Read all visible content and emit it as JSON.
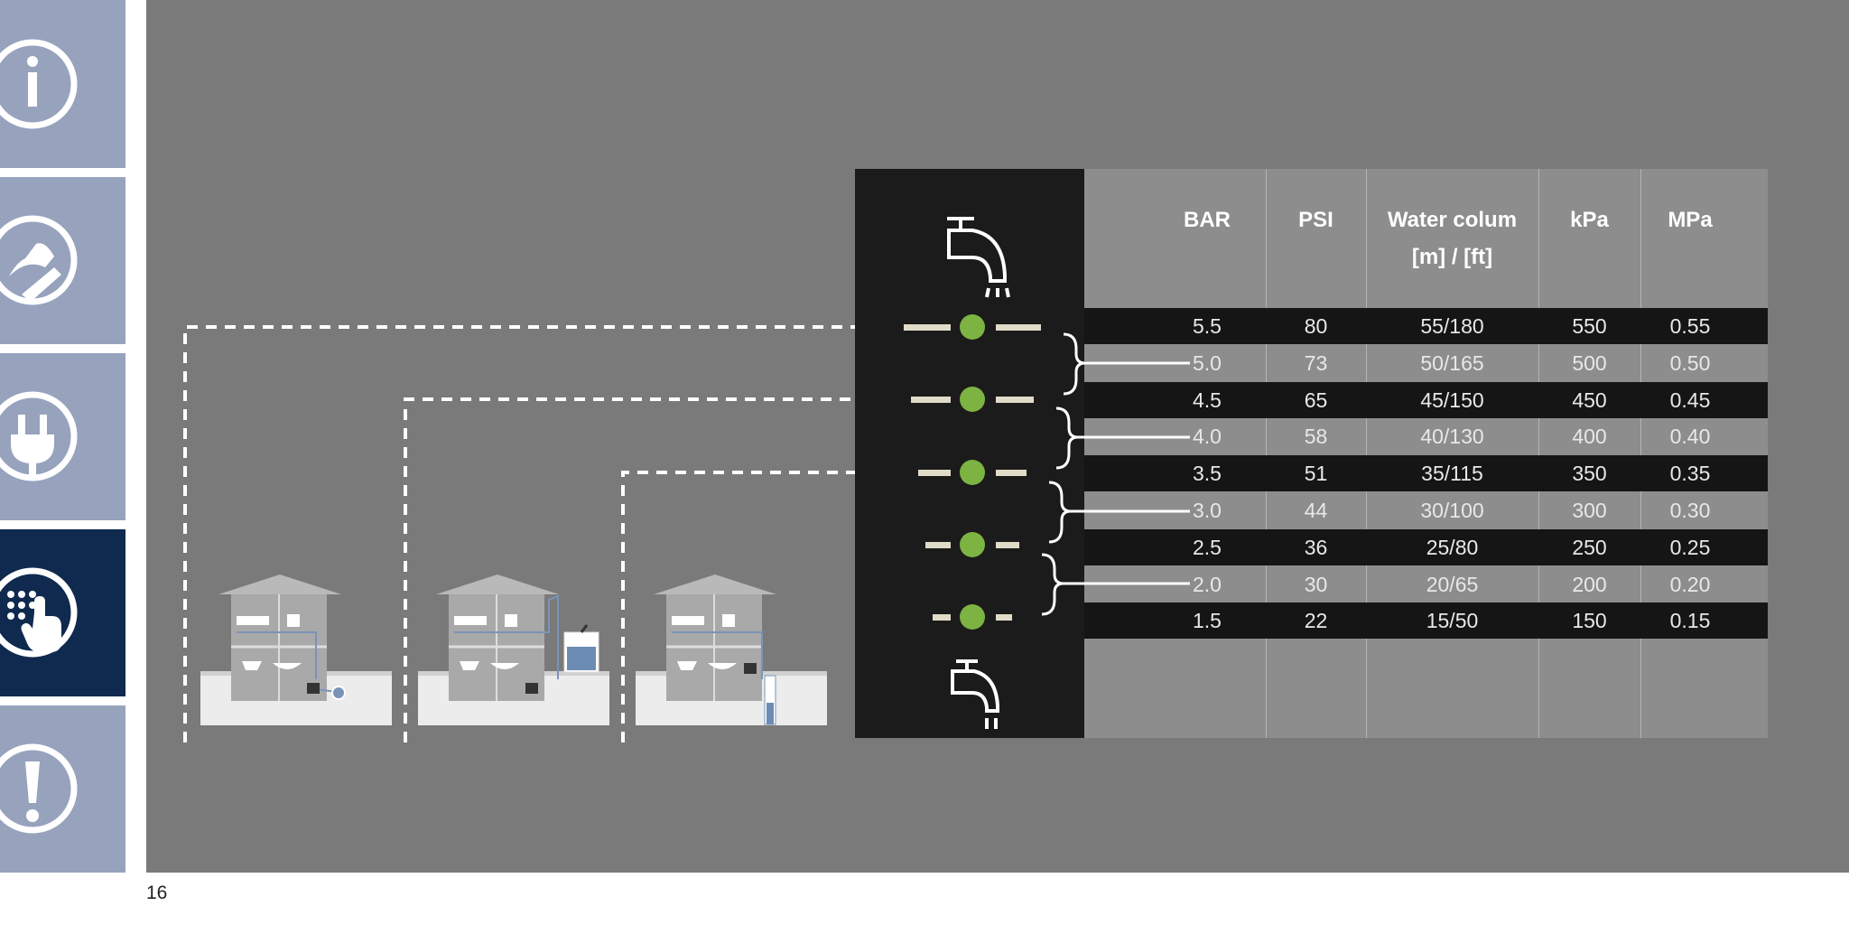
{
  "page_number": "16",
  "sidebar": {
    "items": [
      {
        "icon": "info-icon",
        "active": false
      },
      {
        "icon": "hand-wrench-icon",
        "active": false
      },
      {
        "icon": "power-plug-icon",
        "active": false
      },
      {
        "icon": "touch-keypad-icon",
        "active": true
      },
      {
        "icon": "warning-icon",
        "active": false
      }
    ],
    "colors": {
      "inactive": "#97a3bd",
      "active": "#0f2a4e"
    }
  },
  "colors": {
    "panel": "#7a7a7a",
    "indicator": "#7cb342",
    "dark_row": "#151515",
    "light_row": "#8d8d8d"
  },
  "table": {
    "headers": [
      {
        "line1": "BAR",
        "line2": ""
      },
      {
        "line1": "PSI",
        "line2": ""
      },
      {
        "line1": "Water colum",
        "line2": "[m] / [ft]"
      },
      {
        "line1": "kPa",
        "line2": ""
      },
      {
        "line1": "MPa",
        "line2": ""
      }
    ],
    "rows": [
      [
        "5.5",
        "80",
        "55/180",
        "550",
        "0.55"
      ],
      [
        "5.0",
        "73",
        "50/165",
        "500",
        "0.50"
      ],
      [
        "4.5",
        "65",
        "45/150",
        "450",
        "0.45"
      ],
      [
        "4.0",
        "58",
        "40/130",
        "400",
        "0.40"
      ],
      [
        "3.5",
        "51",
        "35/115",
        "350",
        "0.35"
      ],
      [
        "3.0",
        "44",
        "30/100",
        "300",
        "0.30"
      ],
      [
        "2.5",
        "36",
        "25/80",
        "250",
        "0.25"
      ],
      [
        "2.0",
        "30",
        "20/65",
        "200",
        "0.20"
      ],
      [
        "1.5",
        "22",
        "15/50",
        "150",
        "0.15"
      ]
    ]
  },
  "icons": {
    "top": "tap-high-flow-icon",
    "bottom": "tap-low-flow-icon"
  },
  "houses": [
    {
      "name": "house-with-surface-pump",
      "water_source": "pond"
    },
    {
      "name": "house-with-tank",
      "water_source": "tank"
    },
    {
      "name": "house-with-well",
      "water_source": "well"
    }
  ]
}
